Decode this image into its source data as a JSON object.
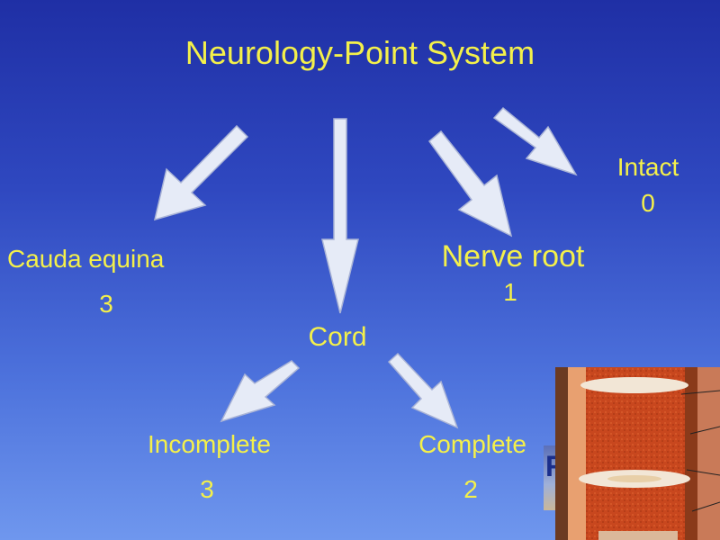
{
  "title": "Neurology-Point System",
  "nodes": {
    "intact": {
      "label": "Intact",
      "score": "0"
    },
    "nerve_root": {
      "label": "Nerve root",
      "score": "1"
    },
    "cauda_equina": {
      "label": "Cauda equina",
      "score": "3"
    },
    "cord": {
      "label": "Cord"
    },
    "incomplete": {
      "label": "Incomplete",
      "score": "3"
    },
    "complete": {
      "label": "Complete",
      "score": "2"
    }
  },
  "colors": {
    "text": "#f4f04a",
    "arrow": "#e6ebf7",
    "background_top": "#1f2fa5",
    "background_bottom": "#6f97ee"
  }
}
